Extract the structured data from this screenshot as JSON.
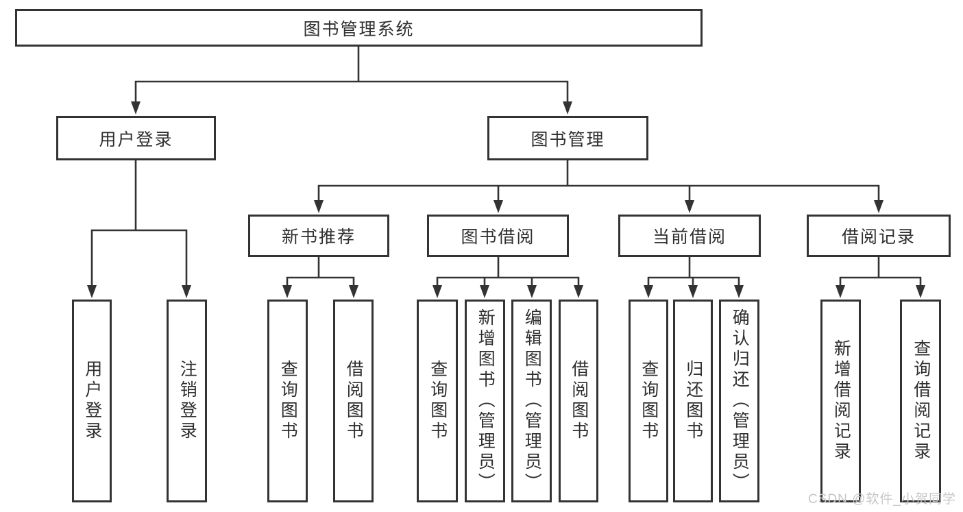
{
  "tree": {
    "root": "图书管理系统",
    "children": [
      {
        "label": "用户登录",
        "children": [
          "用户登录",
          "注销登录"
        ]
      },
      {
        "label": "图书管理",
        "children": [
          {
            "label": "新书推荐",
            "children": [
              "查询图书",
              "借阅图书"
            ]
          },
          {
            "label": "图书借阅",
            "children": [
              "查询图书",
              "新增图书（管理员）",
              "编辑图书（管理员）",
              "借阅图书"
            ]
          },
          {
            "label": "当前借阅",
            "children": [
              "查询图书",
              "归还图书",
              "确认归还（管理员）"
            ]
          },
          {
            "label": "借阅记录",
            "children": [
              "新增借阅记录",
              "查询借阅记录"
            ]
          }
        ]
      }
    ]
  },
  "watermark": {
    "text": "CSDN @软件_小贺同学"
  },
  "colors": {
    "line": "#333333",
    "text": "#2f2f2f",
    "box_background": "#ffffff",
    "watermark": "#c7c7c7"
  }
}
